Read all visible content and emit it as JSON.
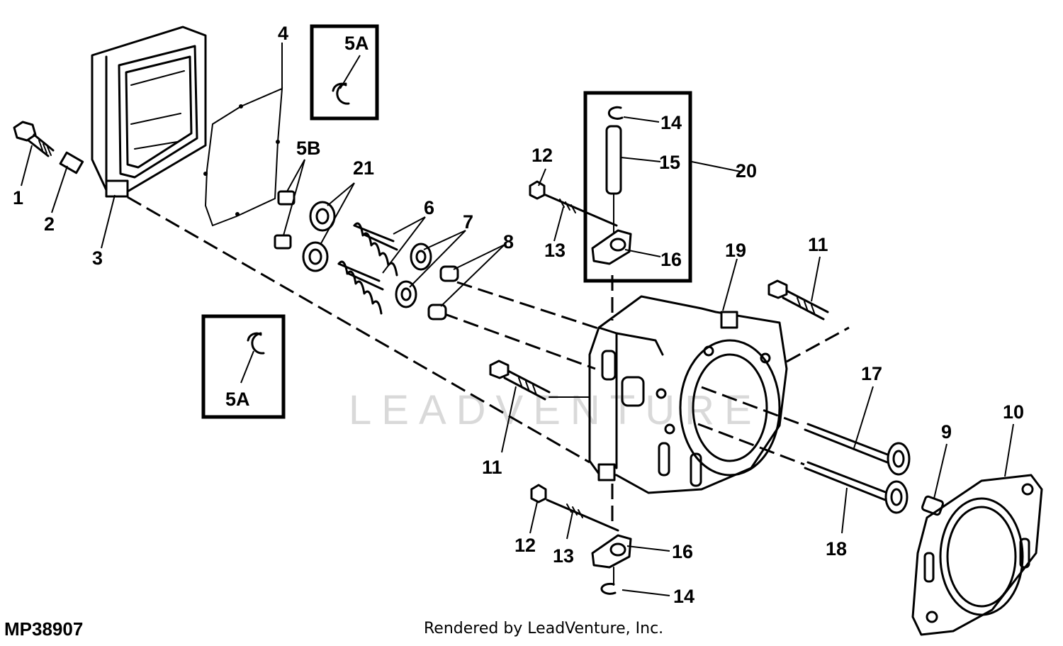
{
  "figure_id": "MP38907",
  "credit": "Rendered by LeadVenture, Inc.",
  "watermark": "LEADVENTURE",
  "callouts": {
    "c1": "1",
    "c2": "2",
    "c3": "3",
    "c4": "4",
    "c5a_top": "5A",
    "c5a_left": "5A",
    "c5b": "5B",
    "c6": "6",
    "c7": "7",
    "c8": "8",
    "c9": "9",
    "c10": "10",
    "c11_top": "11",
    "c11_bottom": "11",
    "c12_top": "12",
    "c12_bottom": "12",
    "c13_top": "13",
    "c13_bottom": "13",
    "c14_top": "14",
    "c14_bottom": "14",
    "c15": "15",
    "c16_top": "16",
    "c16_bottom": "16",
    "c17": "17",
    "c18": "18",
    "c19": "19",
    "c20": "20",
    "c21": "21"
  }
}
